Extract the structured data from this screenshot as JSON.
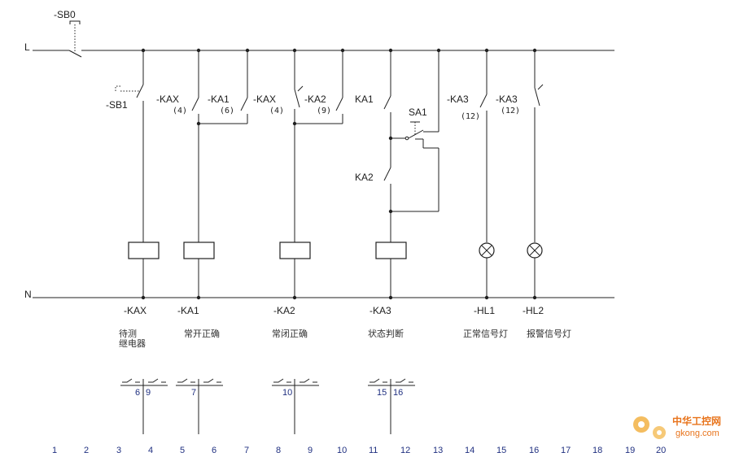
{
  "rails": {
    "top": "L",
    "bottom": "N"
  },
  "switches": {
    "sb0": "-SB0",
    "sb1": "-SB1",
    "sa1": "SA1"
  },
  "contacts": [
    {
      "name": "-KAX",
      "ref": "(4)"
    },
    {
      "name": "-KA1",
      "ref": "(6)"
    },
    {
      "name": "-KAX",
      "ref": "(4)"
    },
    {
      "name": "-KA2",
      "ref": "(9)"
    },
    {
      "name": "KA1",
      "ref": ""
    },
    {
      "name": "KA2",
      "ref": ""
    },
    {
      "name": "-KA3",
      "ref": "(12)"
    },
    {
      "name": "-KA3",
      "ref": "(12)"
    }
  ],
  "devices": [
    {
      "tag": "-KAX",
      "desc1": "待测",
      "desc2": "继电器"
    },
    {
      "tag": "-KA1",
      "desc1": "常开正确",
      "desc2": ""
    },
    {
      "tag": "-KA2",
      "desc1": "常闭正确",
      "desc2": ""
    },
    {
      "tag": "-KA3",
      "desc1": "状态判断",
      "desc2": ""
    },
    {
      "tag": "-HL1",
      "desc1": "正常信号灯",
      "desc2": ""
    },
    {
      "tag": "-HL2",
      "desc1": "报警信号灯",
      "desc2": ""
    }
  ],
  "cross_refs": [
    {
      "left": "6",
      "right": "9"
    },
    {
      "left": "7",
      "right": ""
    },
    {
      "left": "10",
      "right": ""
    },
    {
      "left": "15",
      "right": "16"
    }
  ],
  "columns": [
    "1",
    "2",
    "3",
    "4",
    "5",
    "6",
    "7",
    "8",
    "9",
    "10",
    "11",
    "12",
    "13",
    "14",
    "15",
    "16",
    "17",
    "18",
    "19",
    "20"
  ],
  "watermark": {
    "text": "中华工控网",
    "url": "gkong.com",
    "color": "#e8741c"
  }
}
